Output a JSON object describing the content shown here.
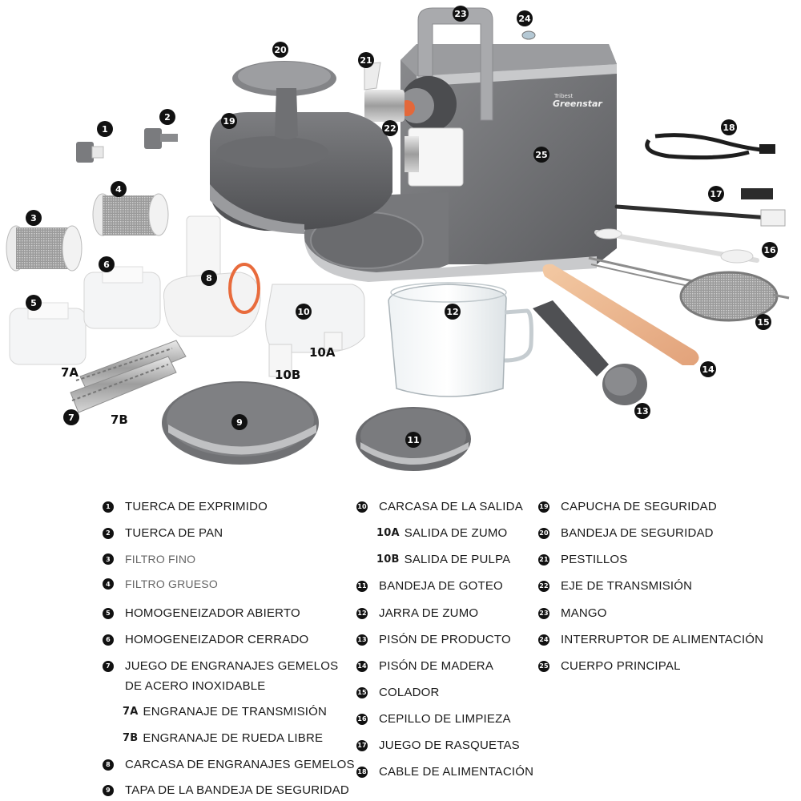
{
  "brand_text": {
    "line1": "Tribest",
    "line2": "Greenstar"
  },
  "part_labels": {
    "p7A": "7A",
    "p7B": "7B",
    "p10A": "10A",
    "p10B": "10B"
  },
  "badges": [
    "1",
    "2",
    "3",
    "4",
    "5",
    "6",
    "7",
    "8",
    "9",
    "10",
    "11",
    "12",
    "13",
    "14",
    "15",
    "16",
    "17",
    "18",
    "19",
    "20",
    "21",
    "22",
    "23",
    "24",
    "25"
  ],
  "legend": {
    "col1": [
      {
        "num": "1",
        "text": "TUERCA DE EXPRIMIDO"
      },
      {
        "num": "2",
        "text": "TUERCA DE PAN"
      },
      {
        "num": "3",
        "text": "FILTRO FINO"
      },
      {
        "num": "4",
        "text": "FILTRO GRUESO"
      },
      {
        "num": "5",
        "text": "HOMOGENEIZADOR ABIERTO"
      },
      {
        "num": "6",
        "text": "HOMOGENEIZADOR CERRADO"
      },
      {
        "num": "7",
        "text": "JUEGO DE ENGRANAJES GEMELOS",
        "text2": "DE ACERO INOXIDABLE"
      },
      {
        "sub": "7A",
        "text": "ENGRANAJE DE TRANSMISIÓN"
      },
      {
        "sub": "7B",
        "text": "ENGRANAJE DE RUEDA LIBRE"
      },
      {
        "num": "8",
        "text": "CARCASA DE ENGRANAJES GEMELOS"
      },
      {
        "num": "9",
        "text": "TAPA DE LA BANDEJA DE SEGURIDAD"
      }
    ],
    "col2": [
      {
        "num": "10",
        "text": "CARCASA DE LA SALIDA"
      },
      {
        "sub": "10A",
        "text": "SALIDA DE ZUMO"
      },
      {
        "sub": "10B",
        "text": "SALIDA DE PULPA"
      },
      {
        "num": "11",
        "text": "BANDEJA DE GOTEO"
      },
      {
        "num": "12",
        "text": "JARRA DE ZUMO"
      },
      {
        "num": "13",
        "text": "PISÓN DE PRODUCTO"
      },
      {
        "num": "14",
        "text": "PISÓN DE MADERA"
      },
      {
        "num": "15",
        "text": "COLADOR"
      },
      {
        "num": "16",
        "text": "CEPILLO DE LIMPIEZA"
      },
      {
        "num": "17",
        "text": "JUEGO DE RASQUETAS"
      },
      {
        "num": "18",
        "text": "CABLE DE ALIMENTACIÓN"
      }
    ],
    "col3": [
      {
        "num": "19",
        "text": "CAPUCHA DE SEGURIDAD"
      },
      {
        "num": "20",
        "text": "BANDEJA DE SEGURIDAD"
      },
      {
        "num": "21",
        "text": "PESTILLOS"
      },
      {
        "num": "22",
        "text": "EJE DE TRANSMISIÓN"
      },
      {
        "num": "23",
        "text": "MANGO"
      },
      {
        "num": "24",
        "text": "INTERRUPTOR DE ALIMENTACIÓN"
      },
      {
        "num": "25",
        "text": "CUERPO PRINCIPAL"
      }
    ]
  }
}
